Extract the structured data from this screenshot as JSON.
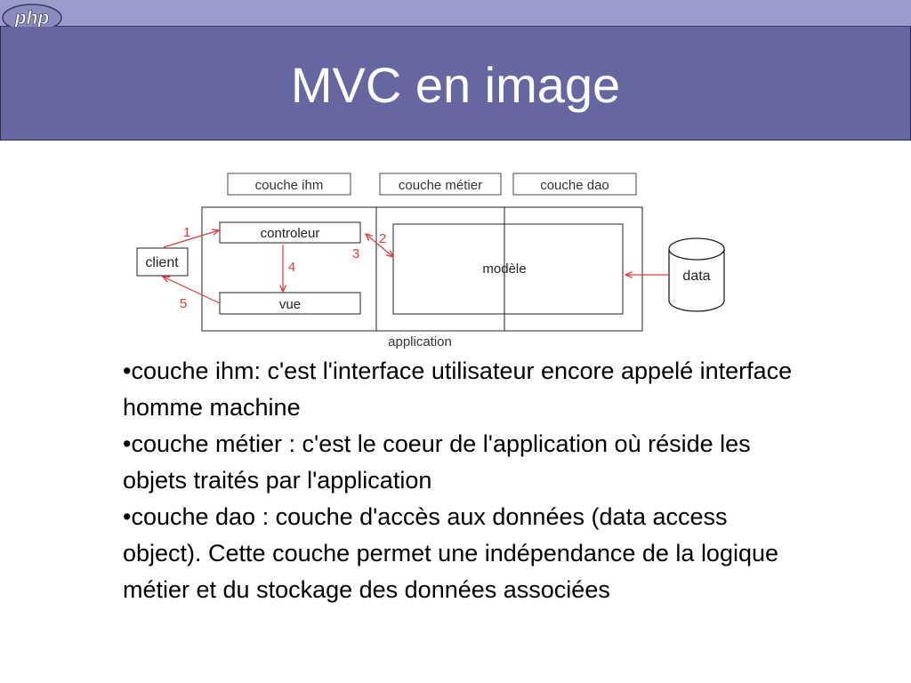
{
  "header": {
    "logo_text": "php",
    "title": "MVC en image"
  },
  "diagram": {
    "layers": [
      "couche ihm",
      "couche métier",
      "couche dao"
    ],
    "client": "client",
    "controleur": "controleur",
    "vue": "vue",
    "modele": "modèle",
    "data": "data",
    "application": "application",
    "steps": [
      "1",
      "2",
      "3",
      "4",
      "5"
    ]
  },
  "body": {
    "paragraphs": [
      "•couche ihm: c'est l'interface utilisateur encore appelé interface homme machine",
      "•couche métier : c'est le coeur de l'application où réside les objets traités par l'application",
      "•couche dao : couche d'accès aux données (data access object). Cette couche permet une indépendance de la logique métier et du stockage des données associées"
    ]
  },
  "colors": {
    "top_bar": "#9b9ccb",
    "header": "#6667a0",
    "arrow": "#e23b3b"
  }
}
